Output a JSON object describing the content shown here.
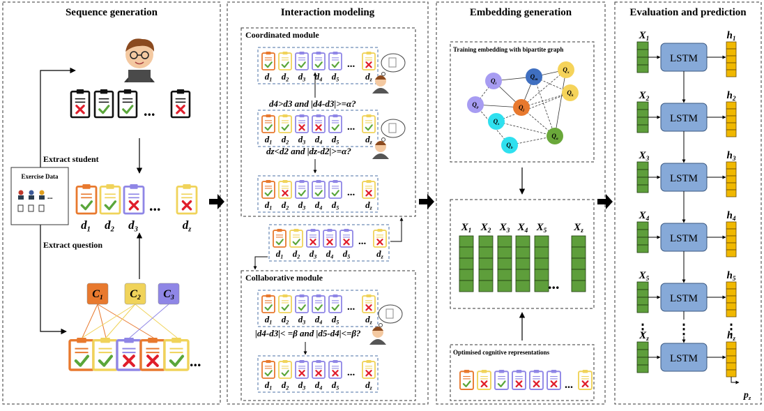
{
  "panels": {
    "sequence": {
      "title": "Sequence generation",
      "exercise_data": "Exercise Data",
      "extract_student": "Extract    student",
      "extract_question": "Extract    question",
      "d_labels": [
        "d1",
        "d2",
        "d3",
        "dz"
      ],
      "concepts": [
        "C1",
        "C2",
        "C3"
      ],
      "ellipsis": "..."
    },
    "interaction": {
      "title": "Interaction modeling",
      "coordinated_title": "Coordinated module",
      "collaborative_title": "Collaborative module",
      "rule1": "d4>d3 and |d4-d3|>=α?",
      "rule2": "dz<d2 and |dz-d2|>=α?",
      "rule3": "|d4-d3|< =β and |d5-d4|<=β?",
      "row_labels": [
        "d1",
        "d2",
        "d3",
        "d4",
        "d5",
        "dz"
      ]
    },
    "embedding": {
      "title": "Embedding generation",
      "graph_title": "Training embedding with bipartite graph",
      "nodes": [
        "Qi",
        "Qm",
        "Qx",
        "Qk",
        "Qp",
        "Qj",
        "Qs",
        "Qb",
        "Qa"
      ],
      "x_labels": [
        "X1",
        "X2",
        "X3",
        "X4",
        "X5",
        "Xz"
      ],
      "optimised_title": "Optimised cognitive representations"
    },
    "evaluation": {
      "title": "Evaluation and prediction",
      "x_labels": [
        "X1",
        "X2",
        "X3",
        "X4",
        "X5",
        "Xz"
      ],
      "h_labels": [
        "h1",
        "h2",
        "h3",
        "h4",
        "h5",
        "hz"
      ],
      "lstm_label": "LSTM",
      "output_label": "pz"
    }
  },
  "colors": {
    "orange": "#e8792e",
    "yellow": "#f0d35a",
    "purple": "#8f86e6",
    "green_check": "#5aa63a",
    "red_x": "#e01e2b",
    "lstm_fill": "#86a9d8",
    "embed_green": "#5e9e3b",
    "hidden_orange": "#f0b800"
  }
}
